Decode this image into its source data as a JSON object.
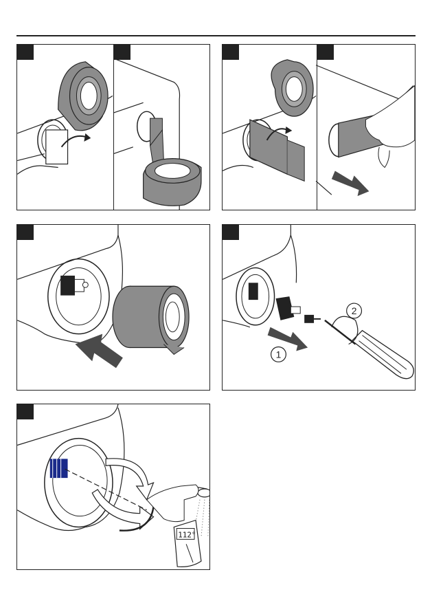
{
  "document": {
    "panels": [
      {
        "id": "p1",
        "steps": 2
      },
      {
        "id": "p2",
        "steps": 2
      },
      {
        "id": "p3",
        "steps": 1
      },
      {
        "id": "p4",
        "steps": 1,
        "callouts": [
          "1",
          "2"
        ]
      },
      {
        "id": "p5",
        "steps": 1,
        "display_reading": "112°"
      }
    ]
  },
  "colors": {
    "line": "#222222",
    "cap_fill": "#8c8c8c",
    "cap_dark": "#6e6e6e",
    "arrow_fill": "#4a4a4a",
    "accent_blue": "#1a2a8a"
  },
  "icons": [
    "curved-arrow-icon",
    "push-arrow-icon",
    "rotation-arrow-icon",
    "screwdriver-icon",
    "thermometer-icon",
    "shower-head-icon"
  ]
}
